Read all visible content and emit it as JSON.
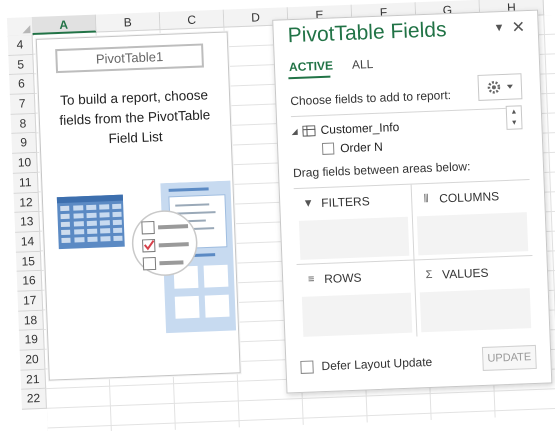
{
  "columns": [
    "A",
    "B",
    "C",
    "D",
    "E",
    "F",
    "G",
    "H"
  ],
  "rows": [
    "4",
    "5",
    "6",
    "7",
    "8",
    "9",
    "10",
    "11",
    "12",
    "13",
    "14",
    "15",
    "16",
    "17",
    "18",
    "19",
    "20",
    "21",
    "22"
  ],
  "selected_column": "A",
  "pivot": {
    "name_box": "PivotTable1",
    "hint_line1": "To build a report, choose",
    "hint_line2": "fields from the PivotTable",
    "hint_line3": "Field List"
  },
  "pane": {
    "title": "PivotTable Fields",
    "tab_active": "ACTIVE",
    "tab_all": "ALL",
    "choose_label": "Choose fields to add to report:",
    "table_name": "Customer_Info",
    "field_partial": "Order N",
    "drag_label": "Drag fields between areas below:",
    "areas": {
      "filters": "FILTERS",
      "columns": "COLUMNS",
      "rows": "ROWS",
      "values": "VALUES"
    },
    "defer_label": "Defer Layout Update",
    "defer_checked": false,
    "update_button": "UPDATE"
  },
  "colors": {
    "accent": "#217346",
    "illustration_blue": "#5b8ac4",
    "illustration_light": "#c7daf0",
    "check_red": "#d6404a"
  }
}
